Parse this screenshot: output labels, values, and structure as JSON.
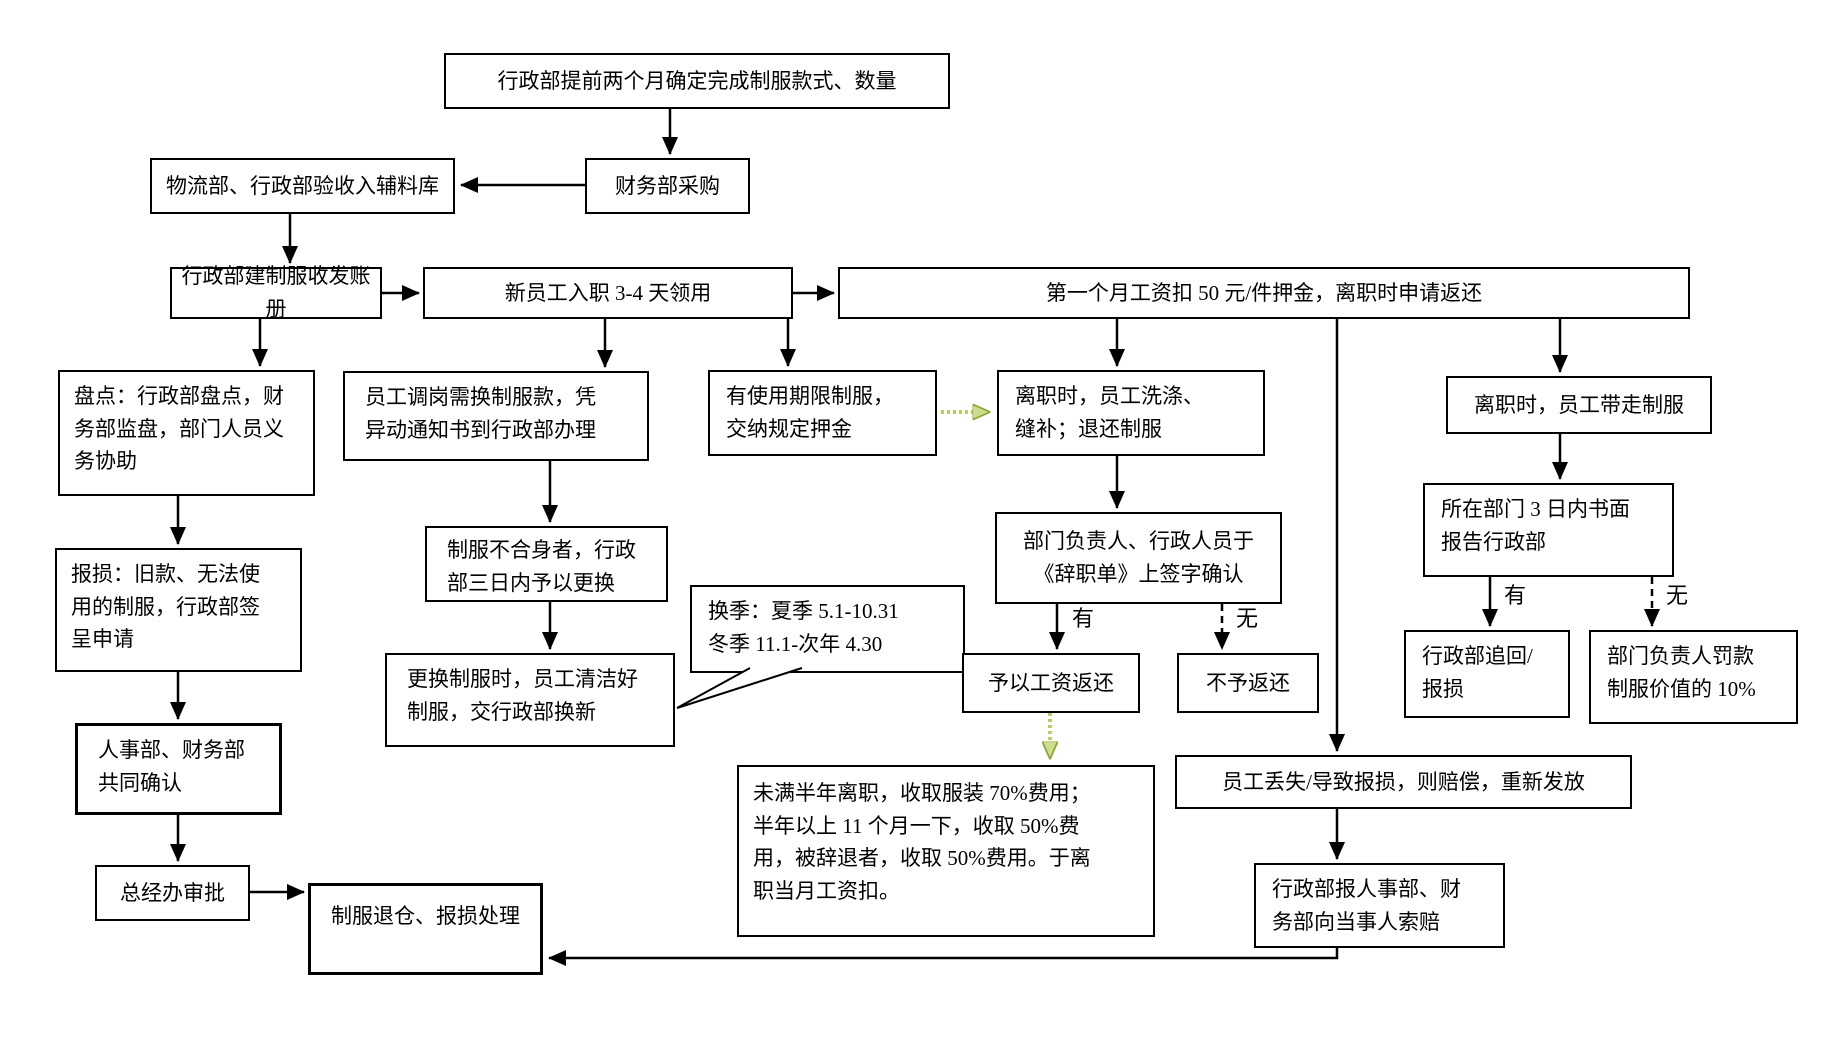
{
  "nodes": {
    "title": "行政部提前两个月确定完成制服款式、数量",
    "purchase": "财务部采购",
    "warehouse": "物流部、行政部验收入辅料库",
    "ledger": "行政部建制服收发账册",
    "newhire": "新员工入职 3-4 天领用",
    "deposit": "第一个月工资扣 50 元/件押金，离职时申请返还",
    "inventory": "盘点：行政部盘点，财\n务部监盘，部门人员义\n务协助",
    "damage": "报损：旧款、无法使\n用的制服，行政部签\n呈申请",
    "hr_finance": "人事部、财务部\n共同确认",
    "gm": "总经办审批",
    "uniform_return": "制服退仓、报损处理",
    "transfer": "员工调岗需换制服款，凭\n异动通知书到行政部办理",
    "unfit": "制服不合身者，行政\n部三日内予以更换",
    "clean_exchange": "更换制服时，员工清洁好\n制服，交行政部换新",
    "season_note": "换季：夏季 5.1-10.31\n冬季 11.1-次年 4.30",
    "limited_term": "有使用期限制服，\n交纳规定押金",
    "resign_wash": "离职时，员工洗涤、\n缝补；退还制服",
    "sign_confirm": "部门负责人、行政人员于\n《辞职单》上签字确认",
    "refund_yes": "予以工资返还",
    "refund_no": "不予返还",
    "fee_rules": "未满半年离职，收取服装 70%费用；\n半年以上 11 个月一下，收取 50%费\n用，被辞退者，收取 50%费用。于离\n职当月工资扣。",
    "take_away": "离职时，员工带走制服",
    "dept_report": "所在部门 3 日内书面\n报告行政部",
    "admin_recover": "行政部追回/\n报损",
    "dept_fine": "部门负责人罚款\n制服价值的 10%",
    "lost_compensate": "员工丢失/导致报损，则赔偿，重新发放",
    "claim": "行政部报人事部、财\n务部向当事人索赔"
  },
  "edge_labels": {
    "you_refund": "有",
    "wu_refund": "无",
    "you_report": "有",
    "wu_report": "无"
  },
  "edges": [
    {
      "from": "title",
      "to": "purchase",
      "style": "solid"
    },
    {
      "from": "purchase",
      "to": "warehouse",
      "style": "solid"
    },
    {
      "from": "warehouse",
      "to": "ledger",
      "style": "solid"
    },
    {
      "from": "ledger",
      "to": "newhire",
      "style": "solid"
    },
    {
      "from": "newhire",
      "to": "deposit",
      "style": "solid"
    },
    {
      "from": "ledger",
      "to": "inventory",
      "style": "solid"
    },
    {
      "from": "inventory",
      "to": "damage",
      "style": "solid"
    },
    {
      "from": "damage",
      "to": "hr_finance",
      "style": "solid"
    },
    {
      "from": "hr_finance",
      "to": "gm",
      "style": "solid"
    },
    {
      "from": "gm",
      "to": "uniform_return",
      "style": "solid"
    },
    {
      "from": "newhire",
      "to": "transfer",
      "style": "solid"
    },
    {
      "from": "newhire",
      "to": "limited_term",
      "style": "solid"
    },
    {
      "from": "transfer",
      "to": "unfit",
      "style": "solid"
    },
    {
      "from": "unfit",
      "to": "clean_exchange",
      "style": "solid"
    },
    {
      "from": "season_note",
      "to": "clean_exchange",
      "style": "callout-tail"
    },
    {
      "from": "limited_term",
      "to": "resign_wash",
      "style": "green-dashed"
    },
    {
      "from": "deposit",
      "to": "resign_wash",
      "style": "solid"
    },
    {
      "from": "deposit",
      "to": "lost_compensate",
      "style": "solid"
    },
    {
      "from": "deposit",
      "to": "take_away",
      "style": "solid"
    },
    {
      "from": "resign_wash",
      "to": "sign_confirm",
      "style": "solid"
    },
    {
      "from": "sign_confirm",
      "to": "refund_yes",
      "style": "solid",
      "label": "有"
    },
    {
      "from": "sign_confirm",
      "to": "refund_no",
      "style": "dashed",
      "label": "无"
    },
    {
      "from": "refund_yes",
      "to": "fee_rules",
      "style": "green-dashed"
    },
    {
      "from": "take_away",
      "to": "dept_report",
      "style": "solid"
    },
    {
      "from": "dept_report",
      "to": "admin_recover",
      "style": "solid",
      "label": "有"
    },
    {
      "from": "dept_report",
      "to": "dept_fine",
      "style": "dashed",
      "label": "无"
    },
    {
      "from": "lost_compensate",
      "to": "claim",
      "style": "solid"
    },
    {
      "from": "claim",
      "to": "uniform_return",
      "style": "solid"
    }
  ],
  "colors": {
    "line": "#000000",
    "green_arrow": "#b8cc66",
    "box_border": "#000000",
    "background": "#ffffff"
  }
}
